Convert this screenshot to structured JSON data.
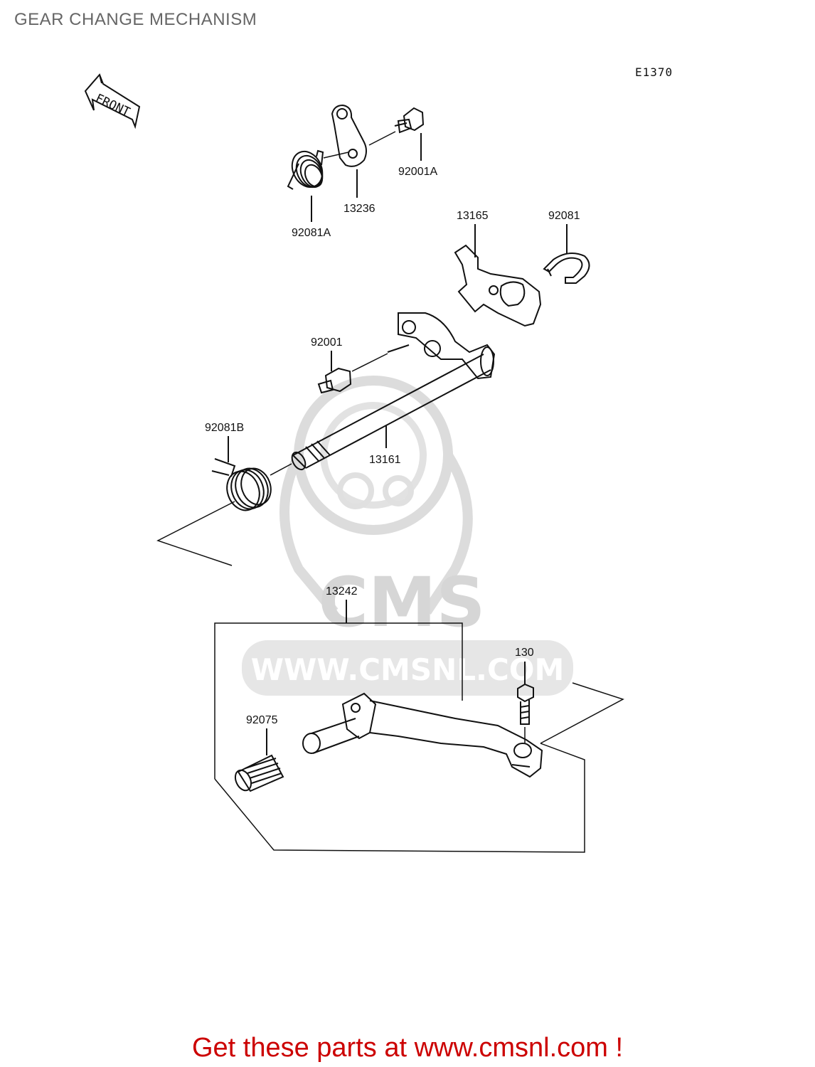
{
  "title": "GEAR CHANGE MECHANISM",
  "diagram_code": "E1370",
  "front_label": "FRONT",
  "parts": {
    "p13236": "13236",
    "p92001A": "92001A",
    "p92081A": "92081A",
    "p13165": "13165",
    "p92081": "92081",
    "p92001": "92001",
    "p92081B": "92081B",
    "p13161": "13161",
    "p13242": "13242",
    "p130": "130",
    "p92075": "92075"
  },
  "watermark": {
    "brand": "CMS",
    "url": "WWW.CMSNL.COM"
  },
  "footer": "Get these parts at www.cmsnl.com !",
  "colors": {
    "line": "#111111",
    "title": "#666666",
    "watermark": "#d6d6d6",
    "footer": "#cc0000"
  }
}
